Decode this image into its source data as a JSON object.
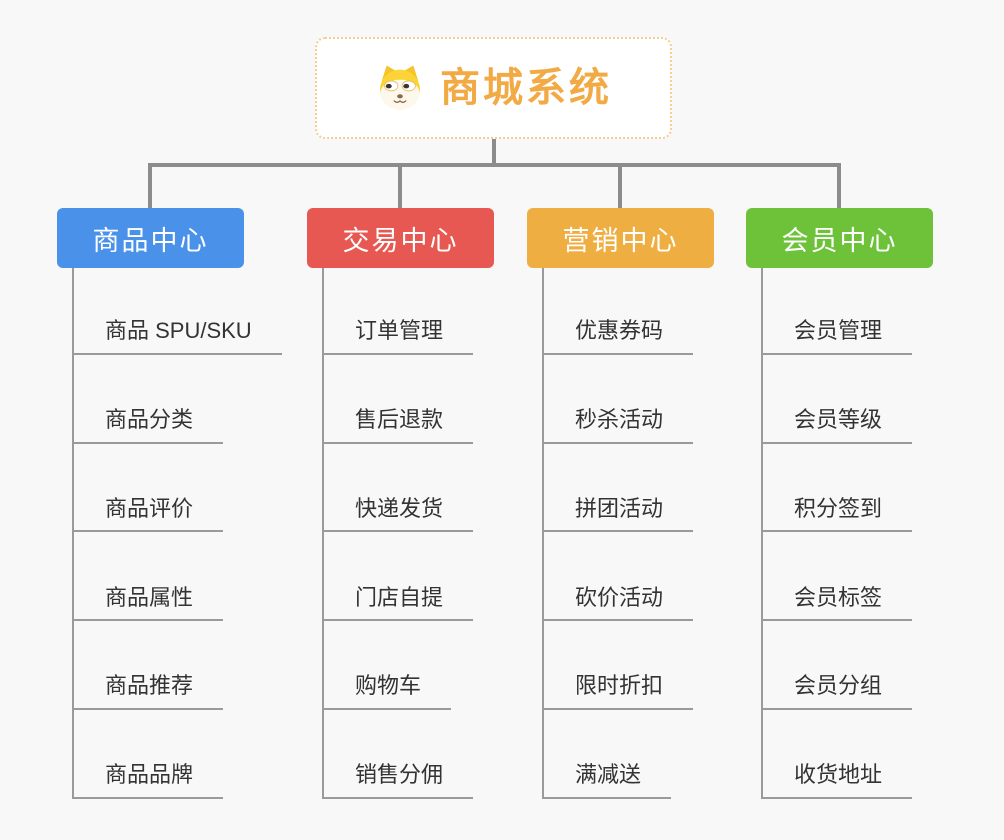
{
  "root": {
    "title": "商城系统",
    "icon": "dog-face-icon"
  },
  "branches": [
    {
      "id": "product-center",
      "label": "商品中心",
      "color": "#4A91EA",
      "items": [
        "商品 SPU/SKU",
        "商品分类",
        "商品评价",
        "商品属性",
        "商品推荐",
        "商品品牌"
      ]
    },
    {
      "id": "trade-center",
      "label": "交易中心",
      "color": "#E85853",
      "items": [
        "订单管理",
        "售后退款",
        "快递发货",
        "门店自提",
        "购物车",
        "销售分佣"
      ]
    },
    {
      "id": "marketing-center",
      "label": "营销中心",
      "color": "#EFAE41",
      "items": [
        "优惠券码",
        "秒杀活动",
        "拼团活动",
        "砍价活动",
        "限时折扣",
        "满减送"
      ]
    },
    {
      "id": "member-center",
      "label": "会员中心",
      "color": "#6EC23A",
      "items": [
        "会员管理",
        "会员等级",
        "积分签到",
        "会员标签",
        "会员分组",
        "收货地址"
      ]
    }
  ],
  "colors": {
    "background": "#F8F8F8",
    "connector": "#8C8C8C",
    "leaf_line": "#9A9A9A",
    "leaf_text": "#333333",
    "root_border": "#F7CD8F",
    "root_text": "#F2AA45"
  }
}
